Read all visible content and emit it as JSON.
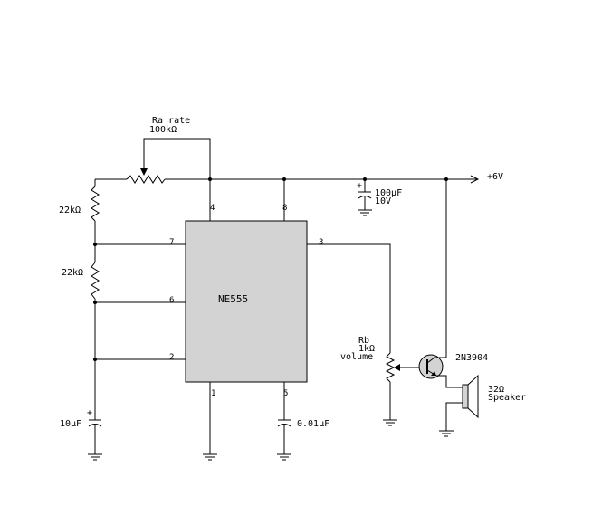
{
  "labels": {
    "ra_name": "Ra rate",
    "ra_value": "100kΩ",
    "supply": "+6V",
    "r1": "22kΩ",
    "r2": "22kΩ",
    "c_supply_value": "100µF",
    "c_supply_voltage": "10V",
    "c_timing": "10µF",
    "c_control": "0.01µF",
    "ic_name": "NE555",
    "rb_name": "Rb",
    "rb_value": "1kΩ",
    "rb_role": "volume",
    "transistor": "2N3904",
    "speaker_value": "32Ω",
    "speaker_name": "Speaker",
    "plus": "+"
  },
  "pins": {
    "p4": "4",
    "p8": "8",
    "p7": "7",
    "p6": "6",
    "p2": "2",
    "p3": "3",
    "p1": "1",
    "p5": "5"
  },
  "colors": {
    "ink": "#000000",
    "ic_fill": "#d3d3d3",
    "background": "#ffffff"
  }
}
